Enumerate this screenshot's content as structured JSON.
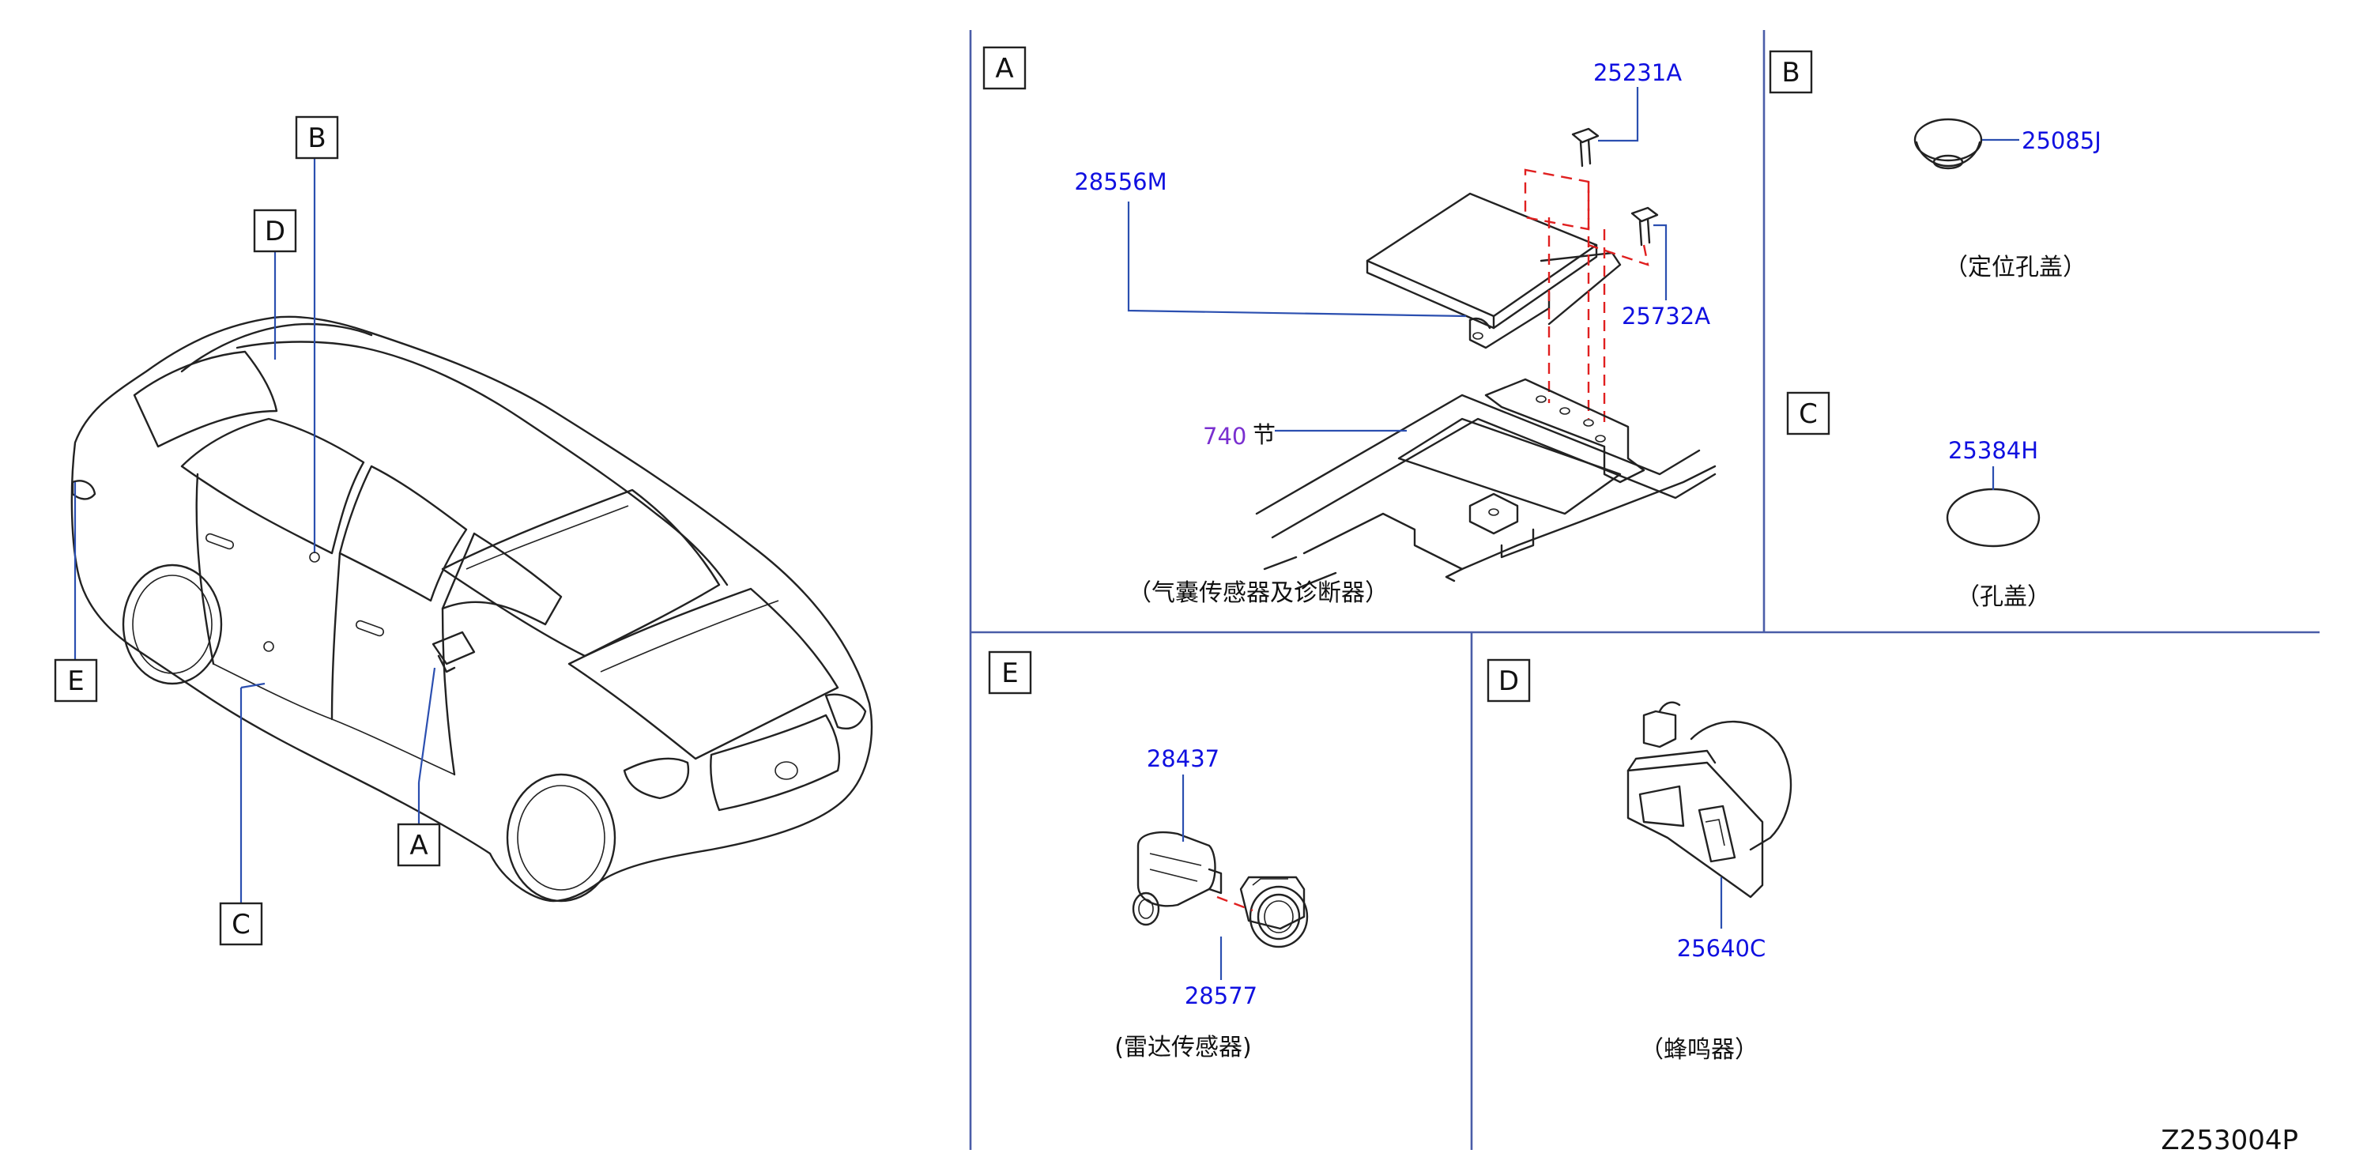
{
  "diagram": {
    "code": "Z253004P",
    "callouts": {
      "a": "A",
      "b": "B",
      "c": "C",
      "d": "D",
      "e": "E"
    },
    "panel_a": {
      "label": "A",
      "parts": {
        "p1": "25231A",
        "p2": "28556M",
        "p3": "25732A",
        "ref_num": "740",
        "ref_text": "节"
      },
      "caption": "（气囊传感器及诊断器）"
    },
    "panel_b": {
      "label": "B",
      "part": "25085J",
      "caption": "（定位孔盖）"
    },
    "panel_c": {
      "label": "C",
      "part": "25384H",
      "caption": "（孔盖）"
    },
    "panel_e": {
      "label": "E",
      "parts": {
        "p1": "28437",
        "p2": "28577"
      },
      "caption": "(雷达传感器)"
    },
    "panel_d": {
      "label": "D",
      "part": "25640C",
      "caption": "（蜂鸣器）"
    },
    "colors": {
      "part_number": "#1010e0",
      "ref_number": "#7a2fd0",
      "leader": "#2b4fb0",
      "dashed": "#e02020",
      "frame": "#4a5da8"
    }
  }
}
